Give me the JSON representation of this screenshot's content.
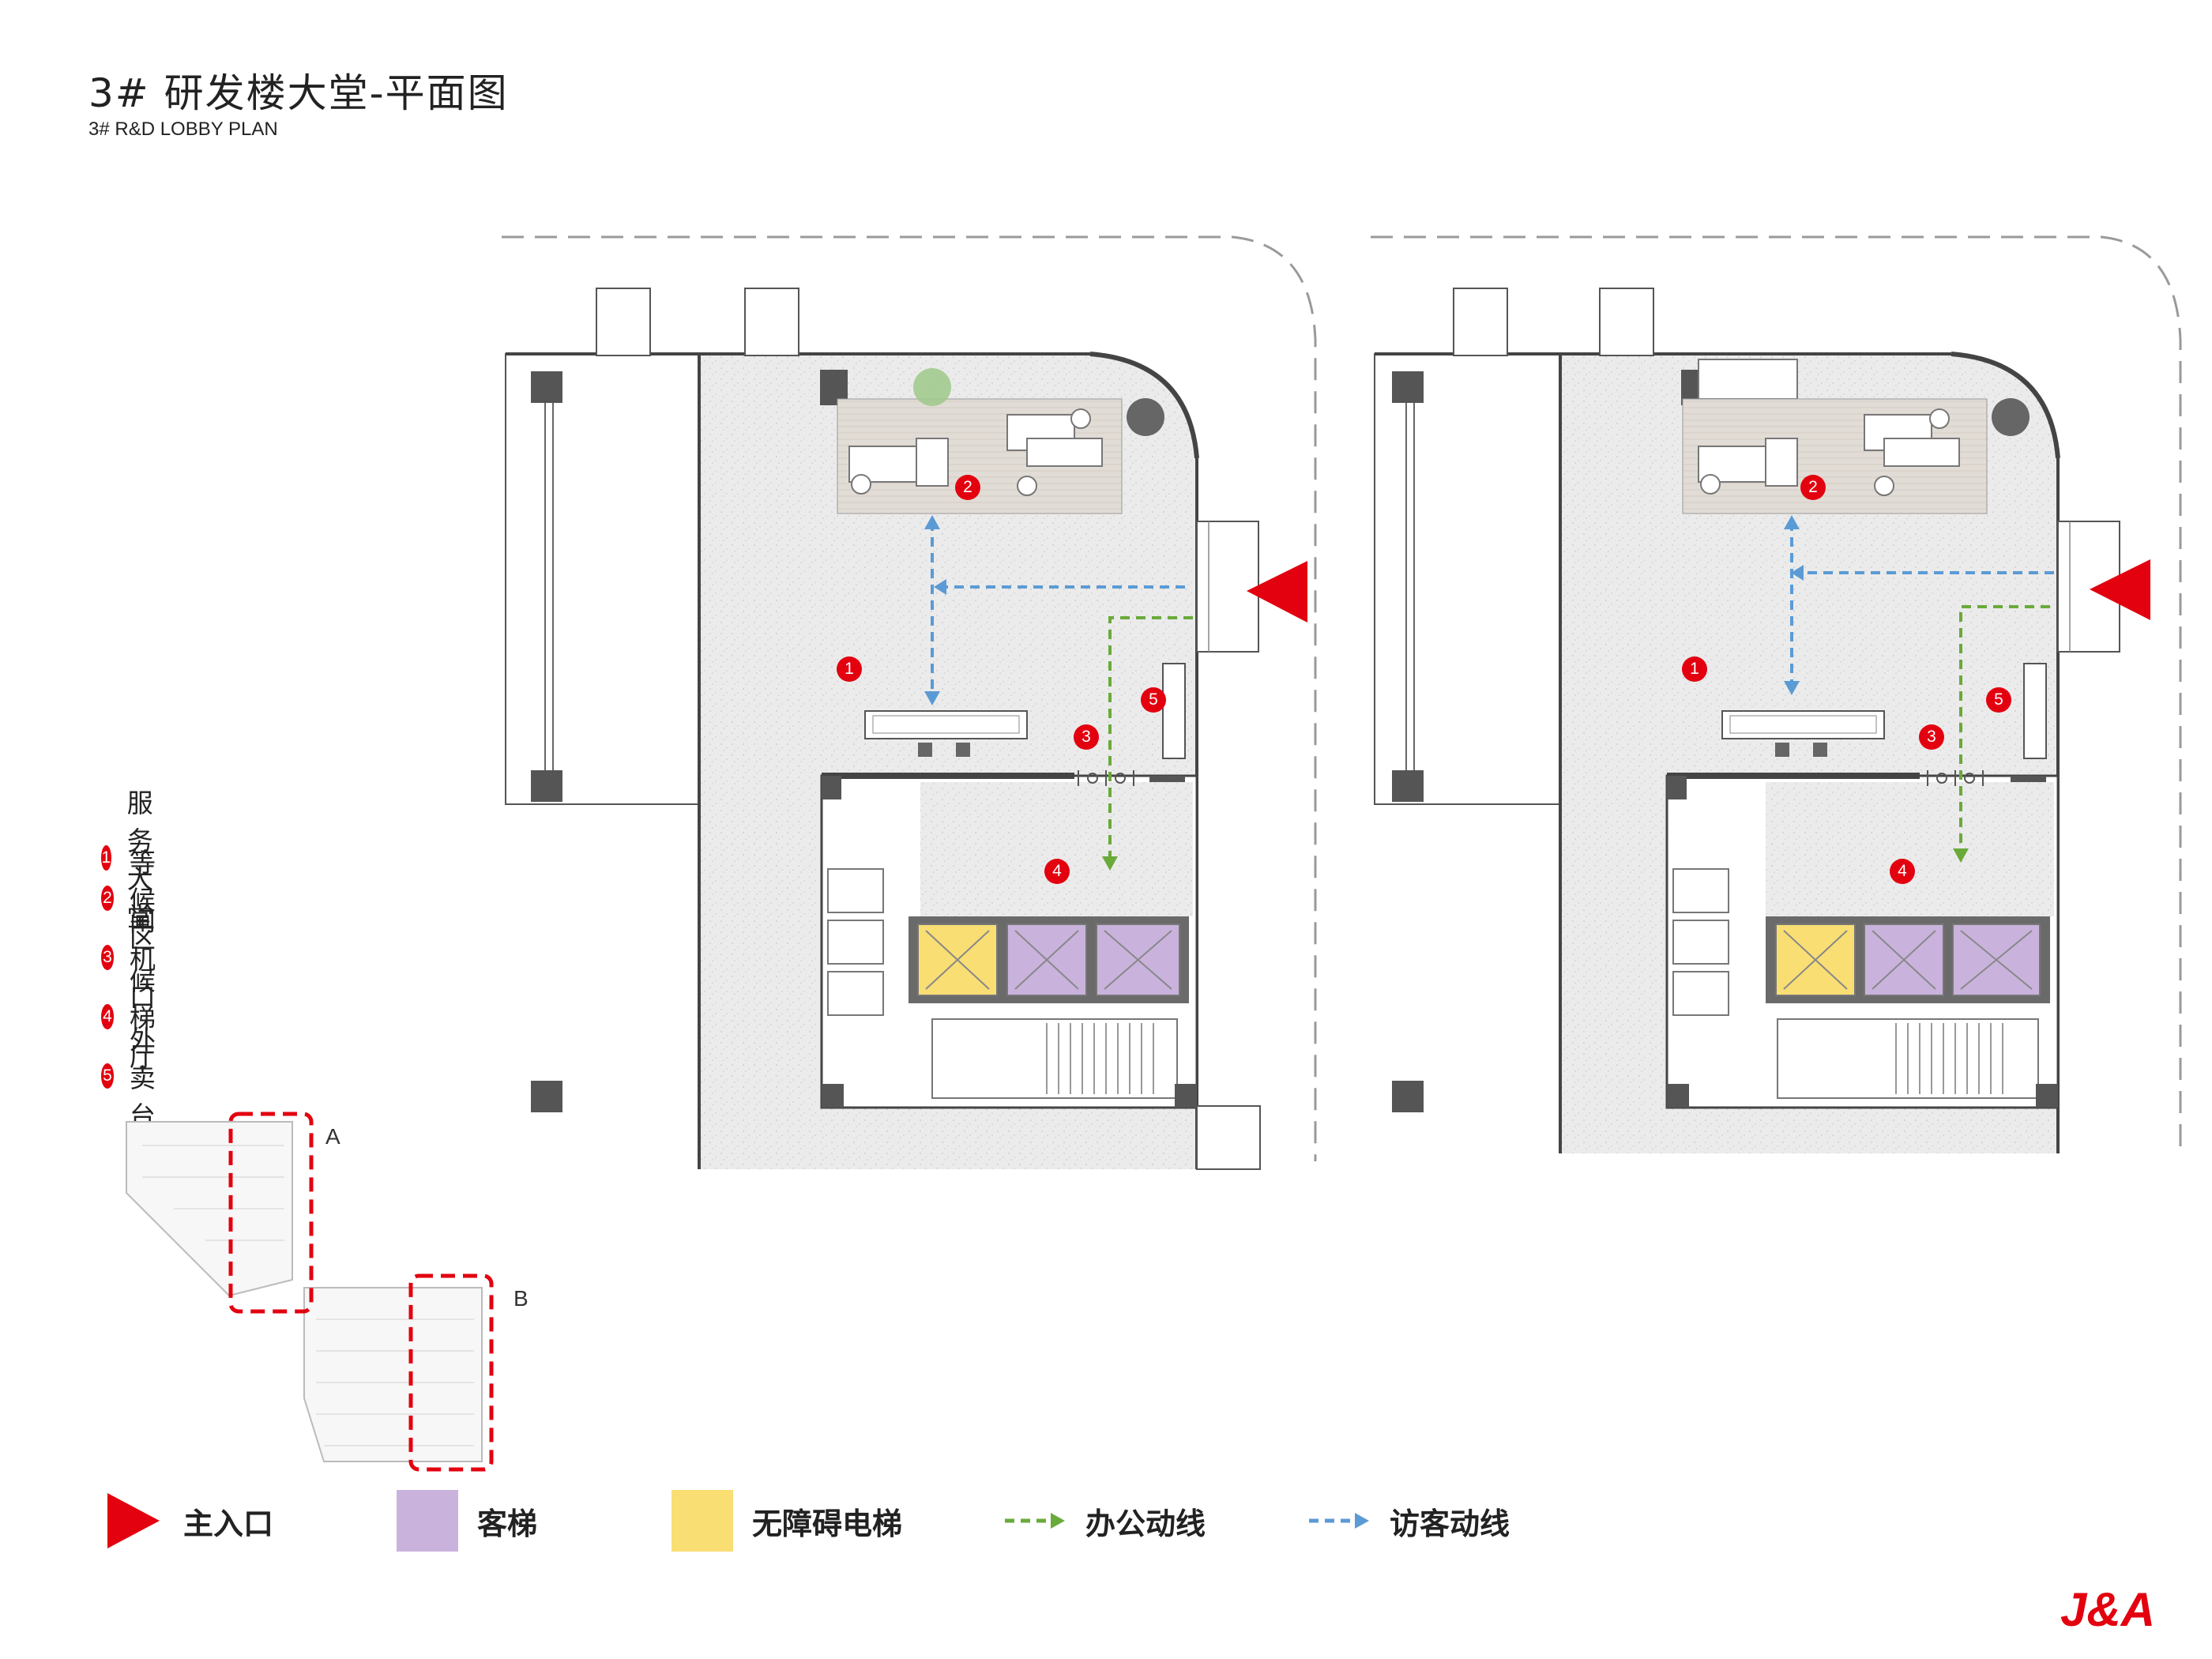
{
  "title": {
    "cn": "3# 研发楼大堂-平面图",
    "en": "3# R&D LOBBY PLAN"
  },
  "zones": [
    {
      "num": "1",
      "label": "服务大堂"
    },
    {
      "num": "2",
      "label": "等候区"
    },
    {
      "num": "3",
      "label": "闸机口"
    },
    {
      "num": "4",
      "label": "候梯厅"
    },
    {
      "num": "5",
      "label": "外卖台"
    }
  ],
  "keyplan": {
    "a": "A",
    "b": "B"
  },
  "legend": {
    "main_entrance": "主入口",
    "passenger_elevator": "客梯",
    "accessible_elevator": "无障碍电梯",
    "office_route": "办公动线",
    "visitor_route": "访客动线"
  },
  "colors": {
    "red": "#e3000f",
    "passenger_elevator": "#c9b3dd",
    "accessible_elevator": "#f9de74",
    "office_route": "#6aaa3a",
    "visitor_route": "#5b9bd5"
  },
  "logo": "J&A"
}
